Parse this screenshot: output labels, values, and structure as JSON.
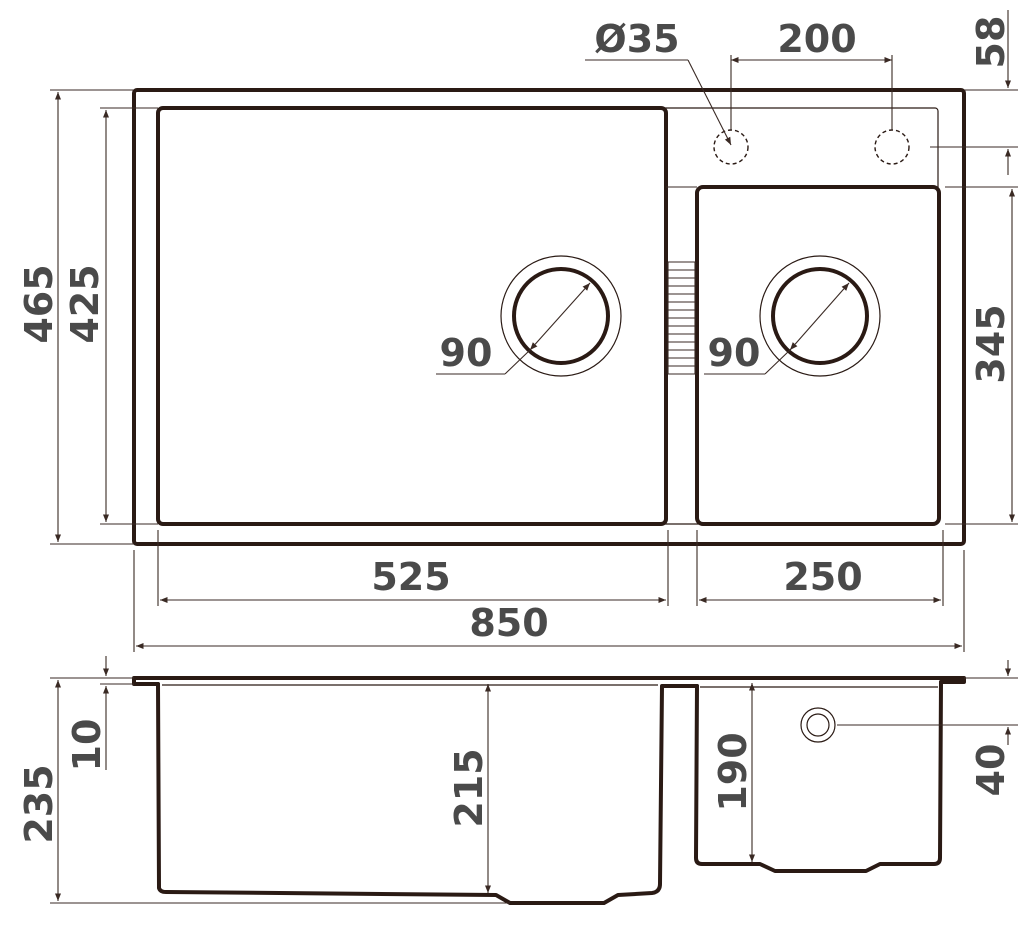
{
  "colors": {
    "outline": "#2a1a14",
    "dimension_text": "#4a4a4a",
    "background": "#ffffff"
  },
  "top_view": {
    "tap_hole_diameter": "Ø35",
    "tap_hole_spacing": "200",
    "tap_hole_offset": "58",
    "overall_height": "465",
    "main_bowl_height": "425",
    "small_bowl_height": "345",
    "main_drain_diameter": "90",
    "small_drain_diameter": "90",
    "main_bowl_width": "525",
    "small_bowl_width": "250",
    "overall_width": "850"
  },
  "side_view": {
    "overall_depth": "235",
    "rim_thickness": "10",
    "main_bowl_depth": "215",
    "small_bowl_depth": "190",
    "overflow_offset": "40"
  }
}
